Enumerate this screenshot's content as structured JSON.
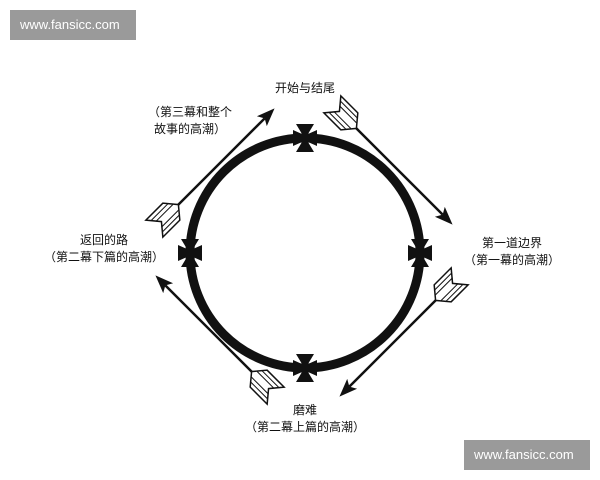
{
  "watermark": {
    "text": "www.fansicc.com"
  },
  "labels": {
    "top": {
      "line1": "开始与结尾"
    },
    "top_left": {
      "line1": "（第三幕和整个",
      "line2": "故事的高潮）"
    },
    "right": {
      "line1": "第一道边界",
      "line2": "（第一幕的高潮）"
    },
    "left": {
      "line1": "返回的路",
      "line2": "（第二幕下篇的高潮）"
    },
    "bottom": {
      "line1": "磨难",
      "line2": "（第二幕上篇的高潮）"
    }
  }
}
